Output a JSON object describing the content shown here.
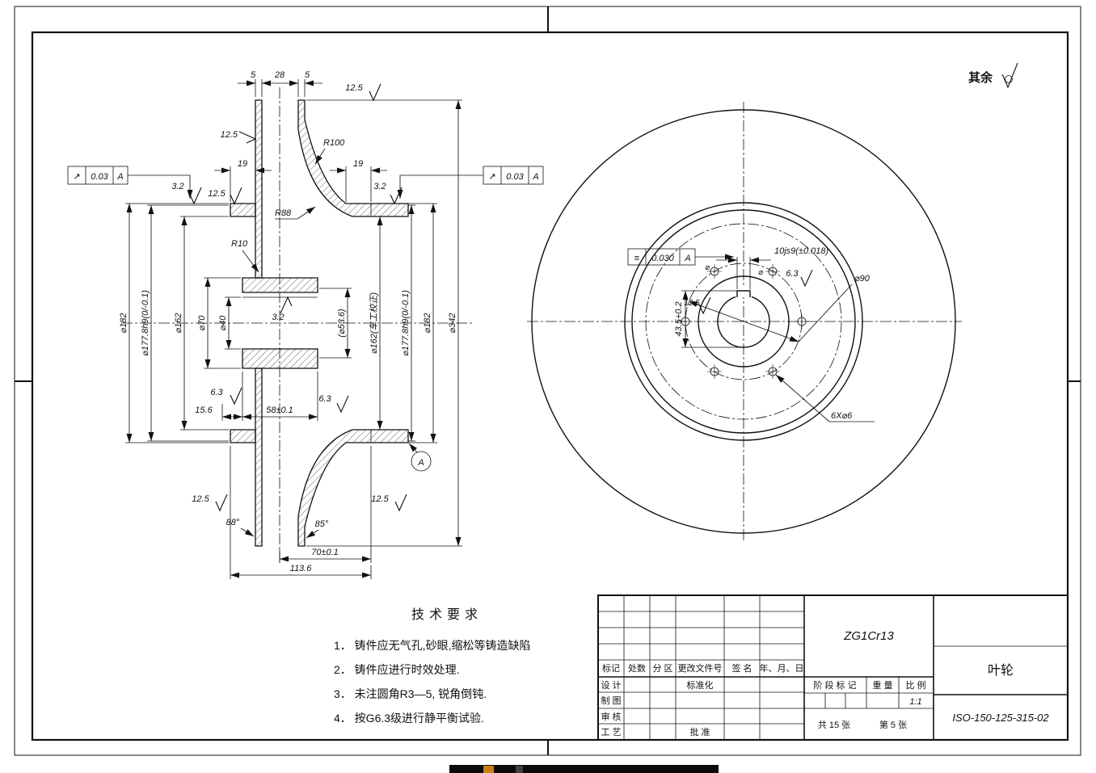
{
  "corner": {
    "rest": "其余"
  },
  "left_view": {
    "d5a": "5",
    "d28": "28",
    "d5b": "5",
    "f125_top": "12.5",
    "f125_wall": "12.5",
    "f125_ring": "12.5",
    "f125_bl": "12.5",
    "f125_br": "12.5",
    "f32_left": "3.2",
    "f32_right": "3.2",
    "f32_bore": "3.2",
    "f63_left": "6.3",
    "f63_right": "6.3",
    "r100": "R100",
    "r88": "R88",
    "r10": "R10",
    "d19l": "19",
    "d19r": "19",
    "runout_sym": "↗",
    "runout_val": "0.03",
    "runout_datum": "A",
    "dia182": "⌀182",
    "dia1778": "⌀177.8h9(0/-0.1)",
    "dia162": "⌀162",
    "dia70": "⌀70",
    "dia40": "⌀40",
    "dia536": "(⌀53.6)",
    "dia162c": "⌀162(车工校正)",
    "dia342": "⌀342",
    "d156": "15.6",
    "d58": "58±0.1",
    "d70": "70±0.1",
    "d1136": "113.6",
    "a88": "88°",
    "a85": "85°",
    "datumA": "A"
  },
  "front_view": {
    "sym": "≡",
    "symval": "0.030",
    "symdatum": "A",
    "keyw": "10js9(±0.018)",
    "f63": "6.3",
    "f125": "12.5",
    "dia90": "⌀90",
    "d435": "43.5+0.2",
    "holes": "6X⌀6",
    "phi": "⌀"
  },
  "tech_req": {
    "title": "技术要求",
    "items": [
      "1． 铸件应无气孔,砂眼,缩松等铸造缺陷",
      "2． 铸件应进行时效处理.",
      "3． 未注圆角R3—5, 锐角倒钝.",
      "4． 按G6.3级进行静平衡试验."
    ]
  },
  "title_block": {
    "material": "ZG1Cr13",
    "part_name": "叶轮",
    "drawing_no": "ISO-150-125-315-02",
    "h_mark": "标记",
    "h_count": "处数",
    "h_zone": "分 区",
    "h_doc": "更改文件号",
    "h_sign": "签 名",
    "h_date": "年、月、日",
    "r_design": "设 计",
    "r_draft": "制 图",
    "r_check": "审 核",
    "r_process": "工 艺",
    "r_standard": "标准化",
    "r_approve": "批 准",
    "stage": "阶 段 标 记",
    "weight": "重 量",
    "scale": "比 例",
    "scale_val": "1:1",
    "sheets": "共 15 张",
    "sheet": "第 5 张"
  }
}
